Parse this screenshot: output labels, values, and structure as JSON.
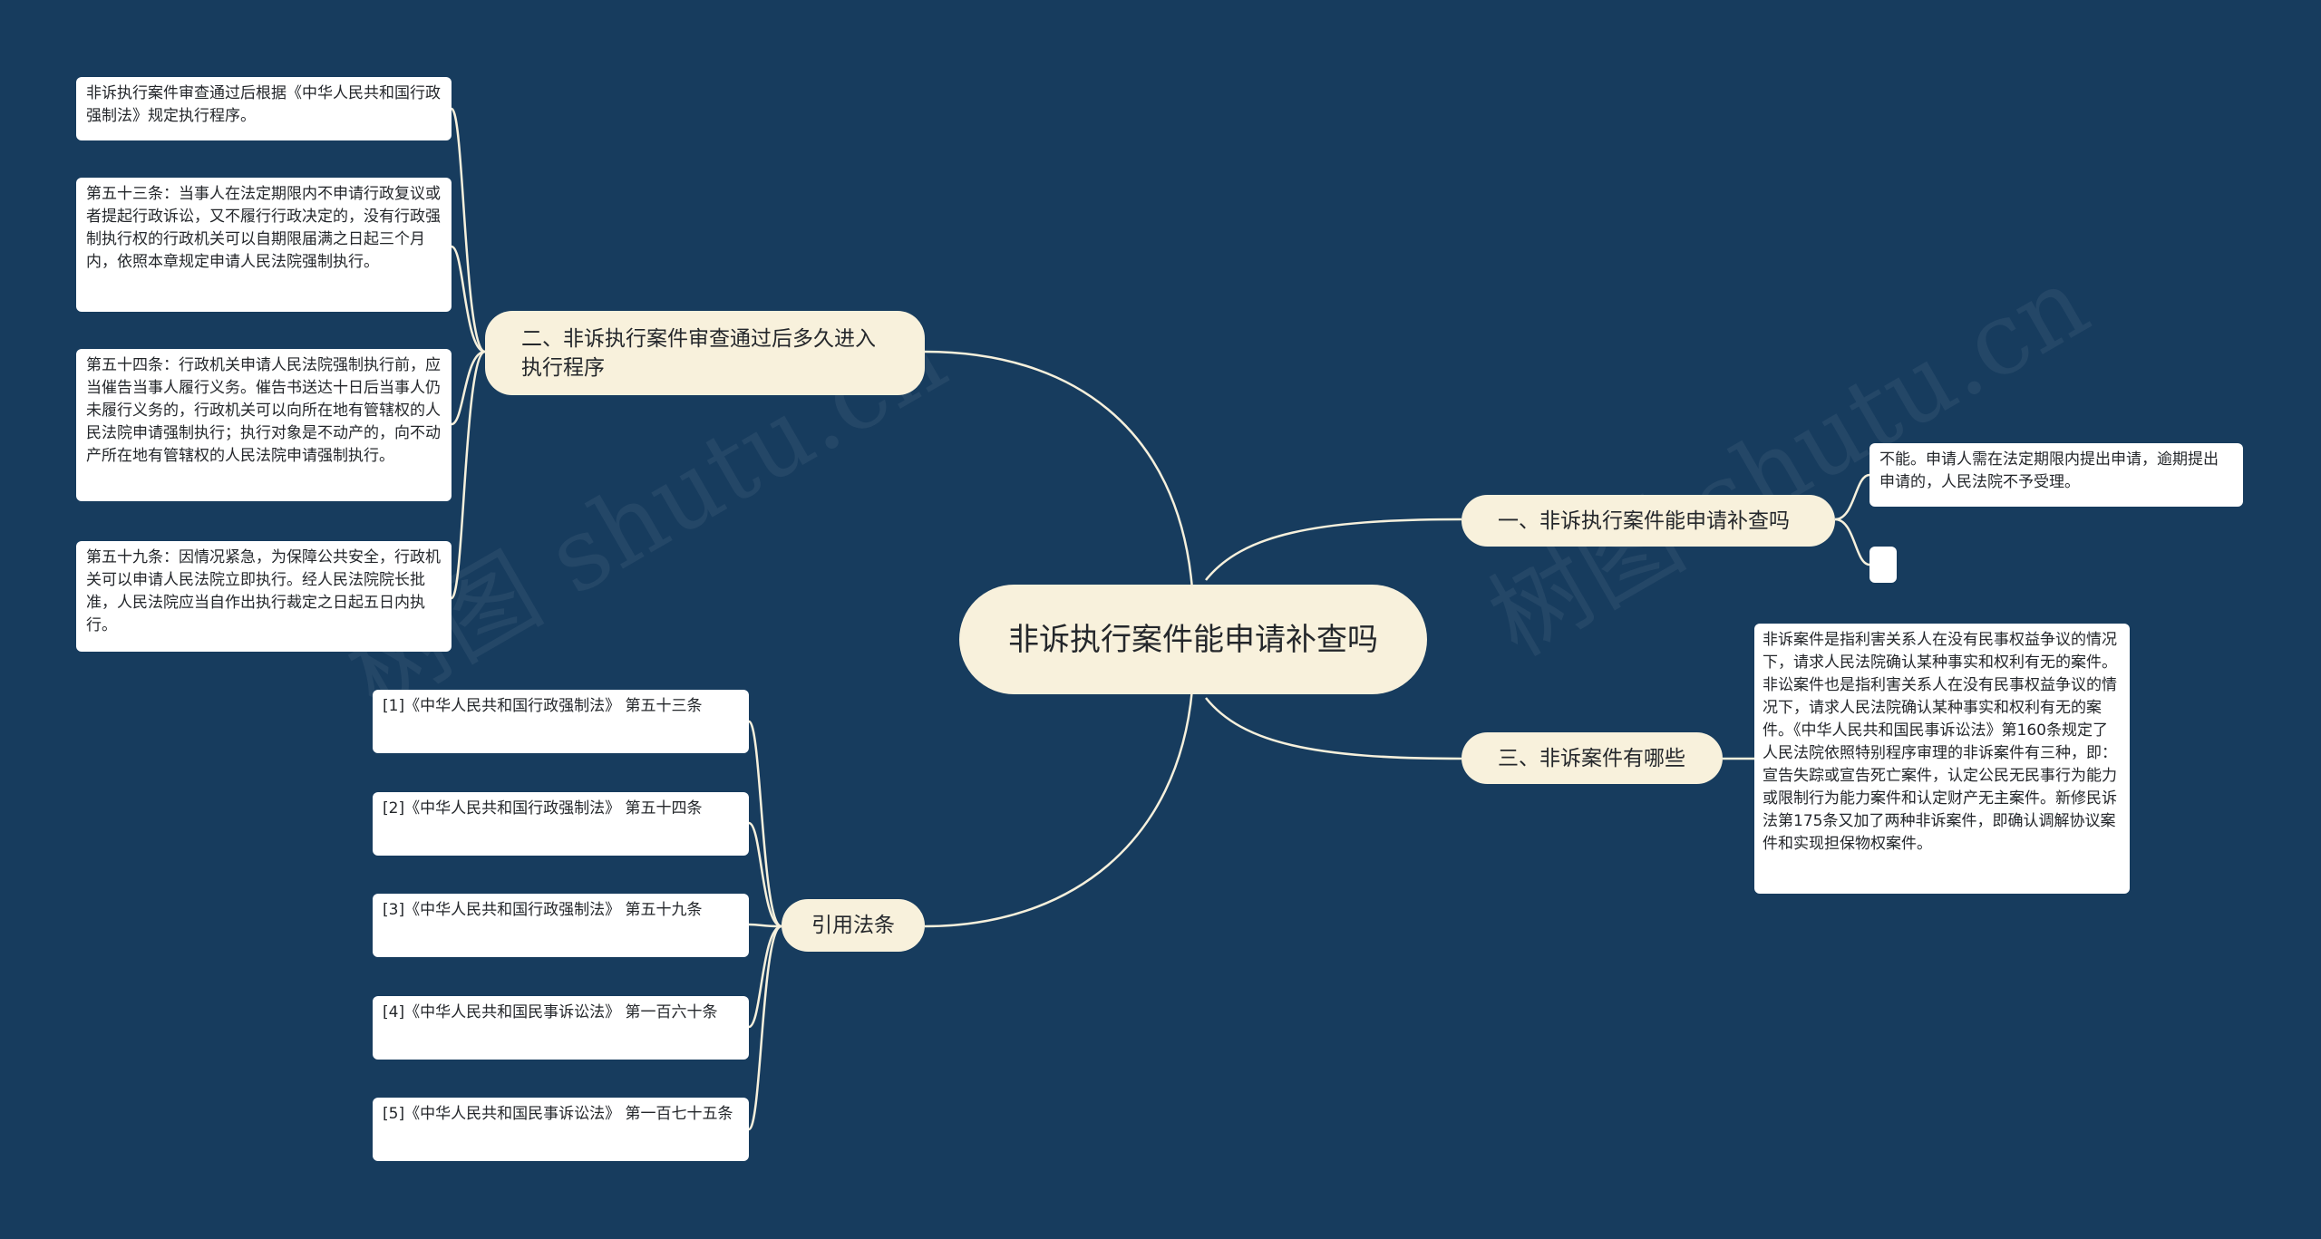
{
  "root": {
    "text": "非诉执行案件能申请补查吗"
  },
  "topics": {
    "t1": "一、非诉执行案件能申请补查吗",
    "t2": "二、非诉执行案件审查通过后多久进入执行程序",
    "t3": "三、非诉案件有哪些",
    "t4": "引用法条"
  },
  "leaves": {
    "t1_a": "不能。申请人需在法定期限内提出申请，逾期提出申请的，人民法院不予受理。",
    "t1_b": "",
    "t2_a": "非诉执行案件审查通过后根据《中华人民共和国行政强制法》规定执行程序。",
    "t2_b": "第五十三条：当事人在法定期限内不申请行政复议或者提起行政诉讼，又不履行行政决定的，没有行政强制执行权的行政机关可以自期限届满之日起三个月内，依照本章规定申请人民法院强制执行。",
    "t2_c": "第五十四条：行政机关申请人民法院强制执行前，应当催告当事人履行义务。催告书送达十日后当事人仍未履行义务的，行政机关可以向所在地有管辖权的人民法院申请强制执行；执行对象是不动产的，向不动产所在地有管辖权的人民法院申请强制执行。",
    "t2_d": "第五十九条：因情况紧急，为保障公共安全，行政机关可以申请人民法院立即执行。经人民法院院长批准，人民法院应当自作出执行裁定之日起五日内执行。",
    "t3_a": "非诉案件是指利害关系人在没有民事权益争议的情况下，请求人民法院确认某种事实和权利有无的案件。非讼案件也是指利害关系人在没有民事权益争议的情况下，请求人民法院确认某种事实和权利有无的案件。《中华人民共和国民事诉讼法》第160条规定了人民法院依照特别程序审理的非诉案件有三种，即：宣告失踪或宣告死亡案件，认定公民无民事行为能力或限制行为能力案件和认定财产无主案件。新修民诉法第175条又加了两种非诉案件，即确认调解协议案件和实现担保物权案件。",
    "t4_a": "[1]《中华人民共和国行政强制法》 第五十三条",
    "t4_b": "[2]《中华人民共和国行政强制法》 第五十四条",
    "t4_c": "[3]《中华人民共和国行政强制法》 第五十九条",
    "t4_d": "[4]《中华人民共和国民事诉讼法》 第一百六十条",
    "t4_e": "[5]《中华人民共和国民事诉讼法》 第一百七十五条"
  },
  "colors": {
    "background": "#173c5e",
    "topic_fill": "#f8f1dc",
    "leaf_fill": "#ffffff",
    "line": "#f6f0dc"
  }
}
